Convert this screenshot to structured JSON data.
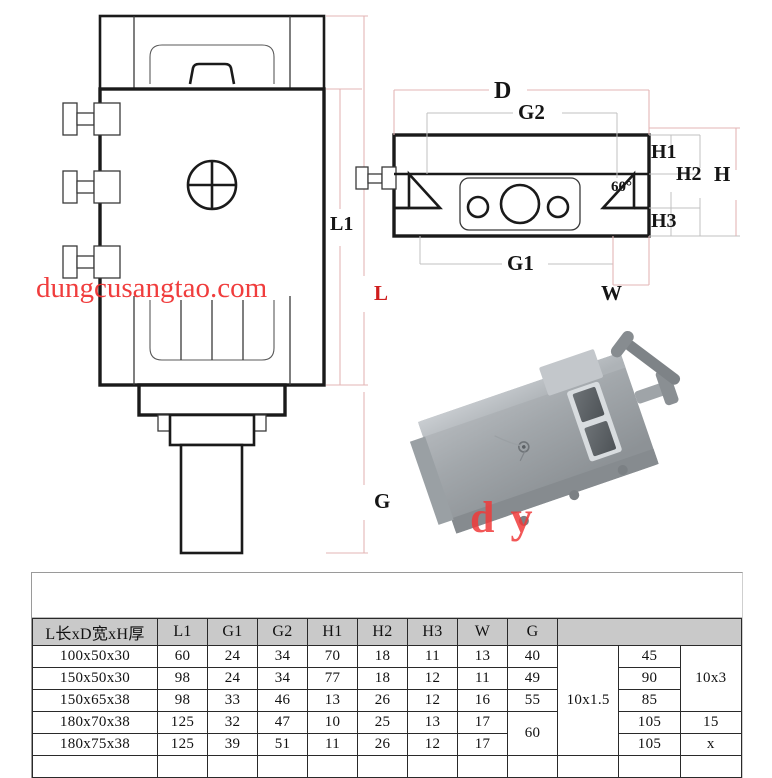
{
  "meta": {
    "title": "Machine Vise Dimension Specification Drawing",
    "watermark": "dungcusangtao.com",
    "watermark_small": "dy"
  },
  "drawing_top_view": {
    "name": "top-plan-view",
    "labels": {
      "L1": "L1",
      "L": "L",
      "G": "G"
    }
  },
  "drawing_front_view": {
    "name": "front-elevation-view",
    "labels": {
      "D": "D",
      "G2": "G2",
      "G1": "G1",
      "H1": "H1",
      "H2": "H2",
      "H3": "H3",
      "H": "H",
      "W": "W",
      "angle": "60°"
    }
  },
  "photo": {
    "name": "product-photo",
    "alt": "machine vise grey metal body with handle"
  },
  "table": {
    "headers": [
      "L长xD宽xH厚",
      "L1",
      "G1",
      "G2",
      "H1",
      "H2",
      "H3",
      "W",
      "G",
      "",
      "",
      ""
    ],
    "rows": [
      {
        "model": "100x50x30",
        "L1": "60",
        "G1": "24",
        "G2": "34",
        "H1": "70",
        "H2": "18",
        "H3": "11",
        "W": "13",
        "G": "40",
        "thread": "10x1.5",
        "slot": "45",
        "extra": "10x3"
      },
      {
        "model": "150x50x30",
        "L1": "98",
        "G1": "24",
        "G2": "34",
        "H1": "77",
        "H2": "18",
        "H3": "12",
        "W": "11",
        "G": "49",
        "thread": "",
        "slot": "90",
        "extra": ""
      },
      {
        "model": "150x65x38",
        "L1": "98",
        "G1": "33",
        "G2": "46",
        "H1": "13",
        "H2": "26",
        "H3": "12",
        "W": "16",
        "G": "55",
        "thread": "",
        "slot": "85",
        "extra": ""
      },
      {
        "model": "180x70x38",
        "L1": "125",
        "G1": "32",
        "G2": "47",
        "H1": "10",
        "H2": "25",
        "H3": "13",
        "W": "17",
        "G": "60",
        "thread": "",
        "slot": "105",
        "extra": "15"
      },
      {
        "model": "180x75x38",
        "L1": "125",
        "G1": "39",
        "G2": "51",
        "H1": "11",
        "H2": "26",
        "H3": "12",
        "W": "17",
        "G": "",
        "thread": "",
        "slot": "105",
        "extra": "x"
      }
    ]
  },
  "colors": {
    "line": "#1a1a1a",
    "dimension_line": "#e8b8b8",
    "watermark": "#ef2d2d",
    "header_bg": "#c9c9c9",
    "photo_body": "#a9adb1"
  }
}
